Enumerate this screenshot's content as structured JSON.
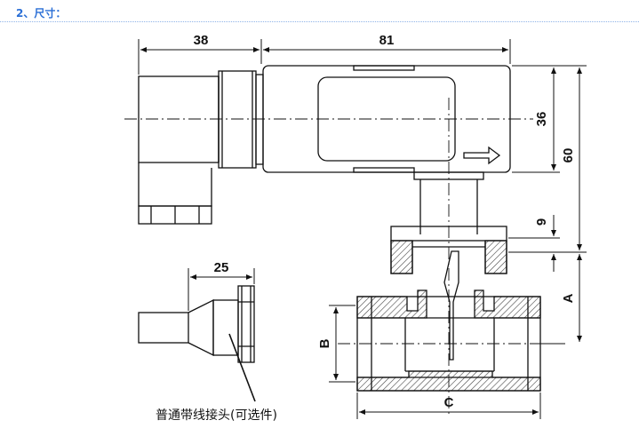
{
  "header": {
    "title": "2、尺寸："
  },
  "dimensions": {
    "d38": "38",
    "d81": "81",
    "d36": "36",
    "d60": "60",
    "d9": "9",
    "d25": "25",
    "dA": "A",
    "dB": "B",
    "dC": "C"
  },
  "caption": "普通带线接头(可选件)",
  "colors": {
    "header": "#2b6fd6",
    "line": "#111111",
    "hatch": "#555555"
  }
}
